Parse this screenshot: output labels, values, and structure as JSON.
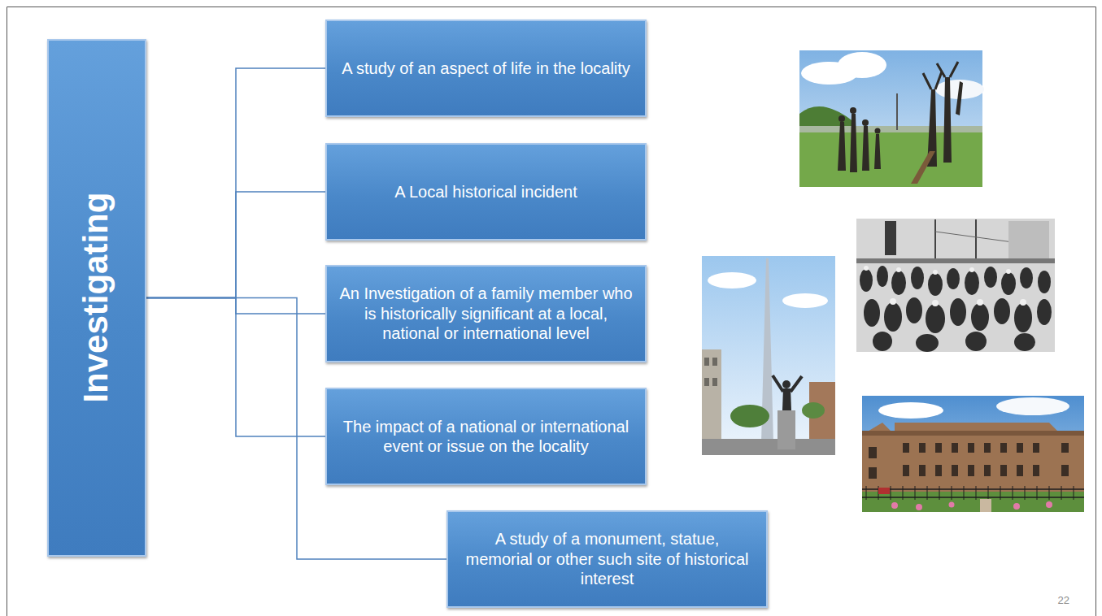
{
  "diagram": {
    "nodes": [
      {
        "text": [
          "Investigating"
        ]
      },
      {
        "text": [
          "A study of an aspect of life in the locality"
        ]
      },
      {
        "text": [
          "A Local historical incident"
        ]
      },
      {
        "text": [
          "An Investigation of a family member who is historically significant at a local, national or international level"
        ]
      },
      {
        "text": [
          "The impact of a national or international event or issue on the locality"
        ]
      },
      {
        "text": [
          "A study of a monument, statue, memorial or other such site of historical interest"
        ]
      }
    ],
    "edges": [
      {
        "from": 0,
        "to": 1,
        "arrow": "none"
      },
      {
        "from": 0,
        "to": 2,
        "arrow": "none"
      },
      {
        "from": 0,
        "to": 3,
        "arrow": "none"
      },
      {
        "from": 0,
        "to": 4,
        "arrow": "none"
      },
      {
        "from": 0,
        "to": 5,
        "arrow": "none"
      }
    ],
    "labels": [
      "22"
    ]
  }
}
